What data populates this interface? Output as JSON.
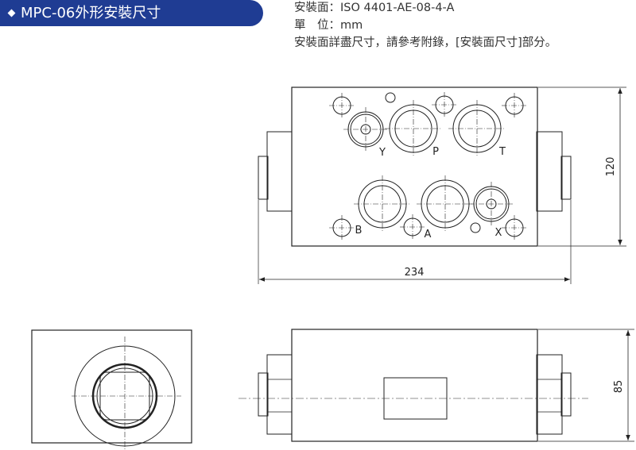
{
  "header": {
    "title": "MPC-06外形安裝尺寸",
    "mount_label": "安裝面：",
    "mount_value": "ISO 4401-AE-08-4-A",
    "unit_label": "單　位：",
    "unit_value": "mm",
    "note": "安裝面詳盡尺寸，請參考附錄，[安裝面尺寸]部分。"
  },
  "ports": {
    "y": "Y",
    "p": "P",
    "t": "T",
    "b": "B",
    "a": "A",
    "x": "X"
  },
  "dimensions": {
    "width": "234",
    "height_top": "120",
    "height_bottom": "85"
  },
  "colors": {
    "title_bg": "#1f3c93",
    "line": "#222222"
  }
}
